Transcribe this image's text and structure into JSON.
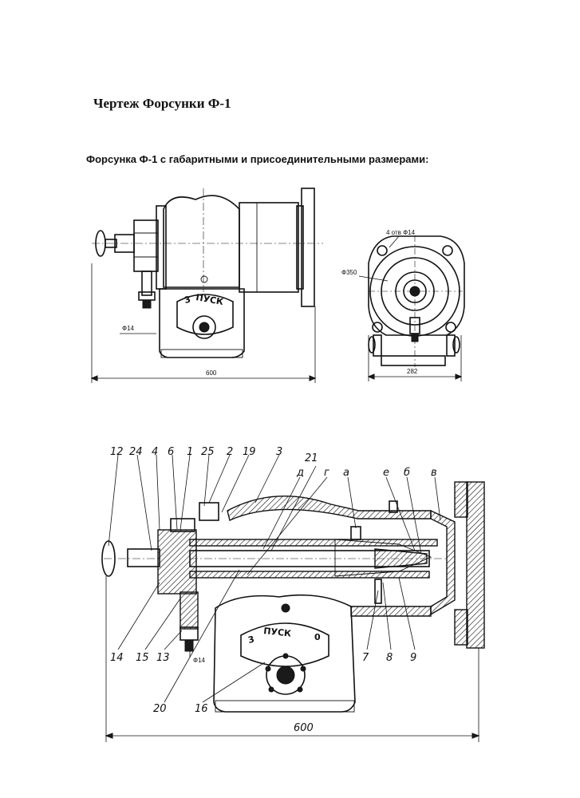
{
  "header": {
    "title": "Чертеж Форсунки Ф-1",
    "subtitle": "Форсунка Ф-1 с габаритными и присоединительными размерами:"
  },
  "top_side_view": {
    "dimension_overall": "600",
    "dimension_nozzle": "Ф14",
    "plate_text": "ПУСК",
    "plate_number": "3"
  },
  "top_front_view": {
    "holes_label": "4 отв Ф14",
    "diameter_label": "Ф350",
    "width_label": "282"
  },
  "section_view": {
    "callouts_top": [
      "12",
      "24",
      "4",
      "6",
      "1",
      "25",
      "2",
      "19",
      "3",
      "д",
      "21",
      "г",
      "а",
      "е",
      "б",
      "в"
    ],
    "callouts_bottom": [
      "14",
      "15",
      "13",
      "Ф14",
      "20",
      "16",
      "7",
      "8",
      "9"
    ],
    "dimension_overall": "600",
    "plate_text": "ПУСК",
    "plate_number": "3",
    "plate_trailing": "0"
  }
}
